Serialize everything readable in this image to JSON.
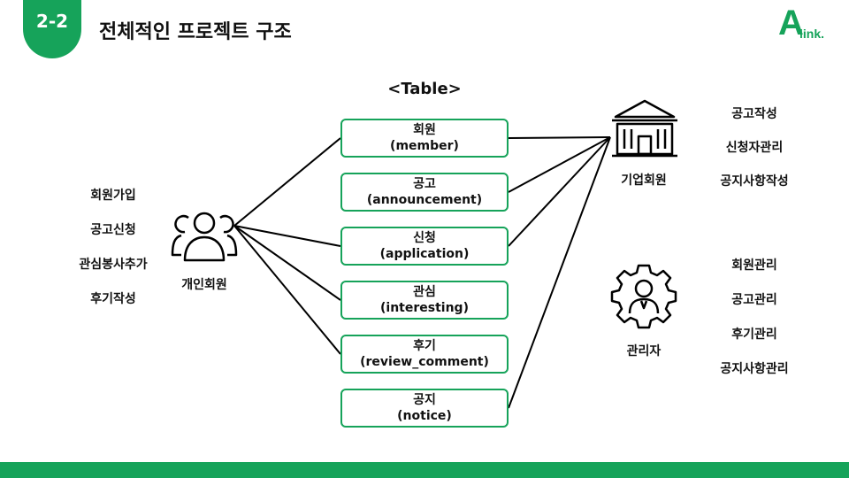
{
  "header": {
    "section_number": "2-2",
    "title": "전체적인 프로젝트 구조",
    "logo_letter": "A",
    "logo_text": "link."
  },
  "colors": {
    "accent": "#16a35a",
    "text": "#111111",
    "line": "#000000"
  },
  "table_section": {
    "heading": "<Table>",
    "tables": [
      {
        "name": "회원",
        "english": "(member)"
      },
      {
        "name": "공고",
        "english": "(announcement)"
      },
      {
        "name": "신청",
        "english": "(application)"
      },
      {
        "name": "관심",
        "english": "(interesting)"
      },
      {
        "name": "후기",
        "english": "(review_comment)"
      },
      {
        "name": "공지",
        "english": "(notice)"
      }
    ]
  },
  "actors": {
    "individual": {
      "label": "개인회원",
      "icon": "users-group-icon",
      "features": [
        "회원가입",
        "공고신청",
        "관심봉사추가",
        "후기작성"
      ]
    },
    "company": {
      "label": "기업회원",
      "icon": "building-icon",
      "features": [
        "공고작성",
        "신청자관리",
        "공지사항작성"
      ]
    },
    "admin": {
      "label": "관리자",
      "icon": "gear-person-icon",
      "features": [
        "회원관리",
        "공고관리",
        "후기관리",
        "공지사항관리"
      ]
    }
  }
}
